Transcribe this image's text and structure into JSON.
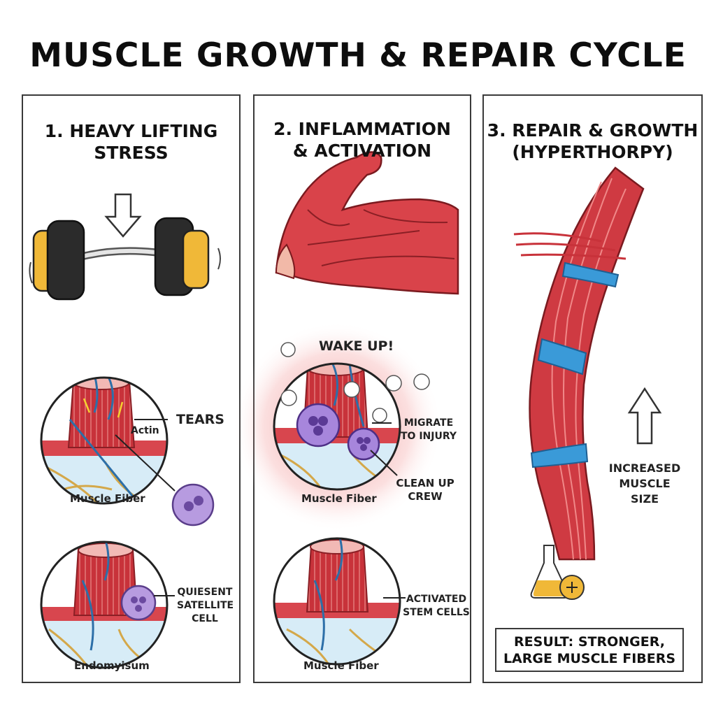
{
  "title": "MUSCLE GROWTH & REPAIR CYCLE",
  "panels": [
    {
      "heading": "1. HEAVY LIFTING\nSTRESS",
      "labels": {
        "tears": "TEARS",
        "actin": "Actin",
        "muscle_fiber": "Muscle Fiber",
        "satellite_cell": "QUIESENT\nSATELLITE\nCELL",
        "endomysium": "Endomyisum"
      }
    },
    {
      "heading": "2. INFLAMMATION\n& ACTIVATION",
      "labels": {
        "wake_up": "WAKE UP!",
        "migrate": "MIGRATE\nTO INJURY",
        "clean_up": "CLEAN UP\nCREW",
        "muscle_fiber_top": "Muscle Fiber",
        "activated": "ACTIVATED\nSTEM CELLS",
        "muscle_fiber_bottom": "Muscle Fiber"
      }
    },
    {
      "heading": "3. REPAIR & GROWTH\n(HYPERTHORPY)",
      "labels": {
        "increased": "INCREASED\nMUSCLE\nSIZE"
      },
      "result": "RESULT: STRONGER,\nLARGE MUSCLE FIBERS"
    }
  ],
  "colors": {
    "muscle": "#c8323a",
    "muscle_light": "#e06a6a",
    "cell": "#9b7fd0",
    "band": "#3a9ad8",
    "plate": "#2b2b2b",
    "plate_accent": "#f0b838"
  }
}
